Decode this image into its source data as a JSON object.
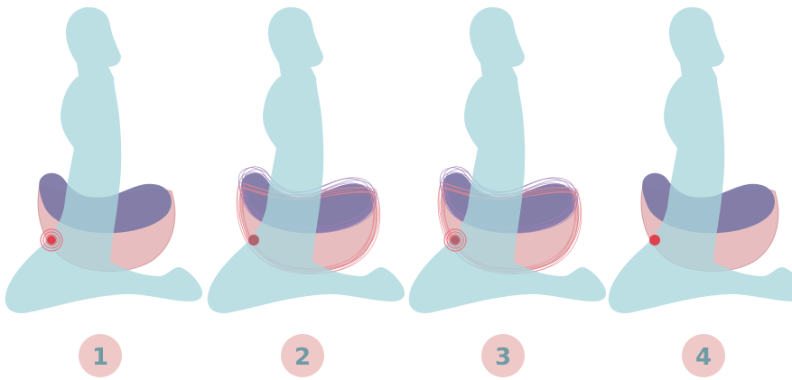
{
  "colors": {
    "figure": "#a9d6dc",
    "seat_outer": "#e3b1b4",
    "seat_outer_stroke": "#d89ca0",
    "seat_top": "#7d79a7",
    "seat_overlap": "#6f97ad",
    "vibration_ring": "#e8707c",
    "motion_line_pink": "#e9868f",
    "motion_line_purple": "#9d7fb8",
    "number_bg": "#eec9c8",
    "number_text": "#6e9ba4"
  },
  "panels": [
    {
      "step": "1",
      "vibration": "rings",
      "motion_lines": false,
      "dot_color": "#e0414f"
    },
    {
      "step": "2",
      "vibration": "dot",
      "motion_lines": true,
      "dot_color": "#b3626e"
    },
    {
      "step": "3",
      "vibration": "rings",
      "motion_lines": true,
      "dot_color": "#b3626e"
    },
    {
      "step": "4",
      "vibration": "dot",
      "motion_lines": false,
      "dot_color": "#e0414f"
    }
  ]
}
